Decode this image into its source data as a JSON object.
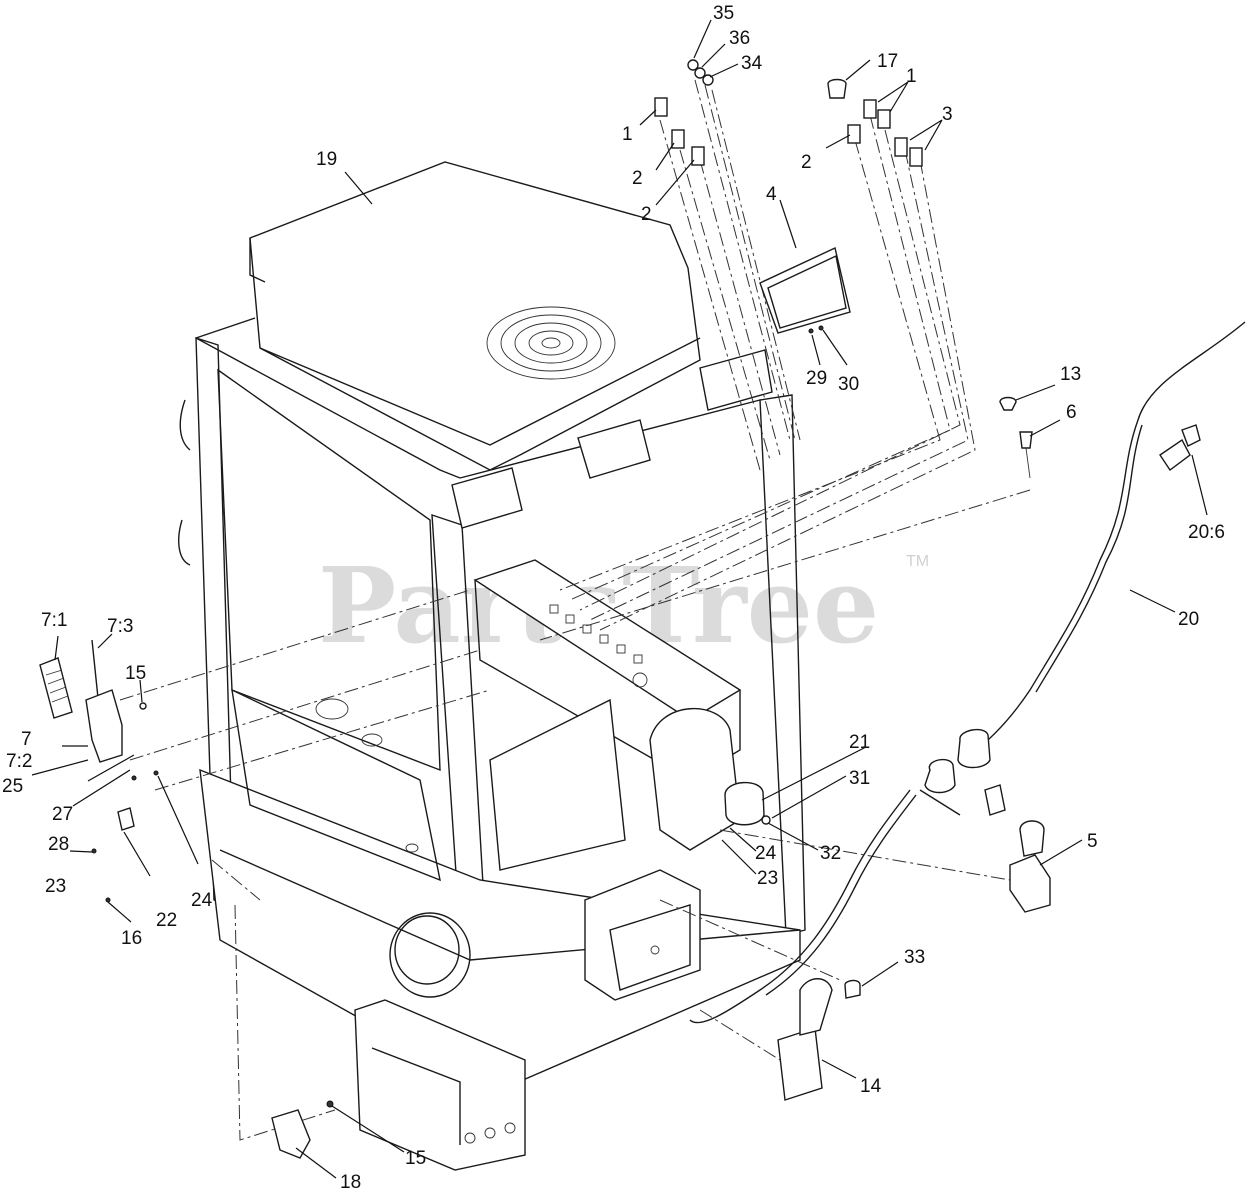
{
  "watermark": {
    "text": "PartsTree",
    "tm": "TM"
  },
  "callouts": [
    {
      "id": "c35",
      "label": "35"
    },
    {
      "id": "c36",
      "label": "36"
    },
    {
      "id": "c34",
      "label": "34"
    },
    {
      "id": "c17",
      "label": "17"
    },
    {
      "id": "c1a",
      "label": "1"
    },
    {
      "id": "c3",
      "label": "3"
    },
    {
      "id": "c1b",
      "label": "1"
    },
    {
      "id": "c2a",
      "label": "2"
    },
    {
      "id": "c2b",
      "label": "2"
    },
    {
      "id": "c2c",
      "label": "2"
    },
    {
      "id": "c19",
      "label": "19"
    },
    {
      "id": "c4",
      "label": "4"
    },
    {
      "id": "c29",
      "label": "29"
    },
    {
      "id": "c30",
      "label": "30"
    },
    {
      "id": "c13",
      "label": "13"
    },
    {
      "id": "c6",
      "label": "6"
    },
    {
      "id": "c20_6",
      "label": "20:6"
    },
    {
      "id": "c20",
      "label": "20"
    },
    {
      "id": "c7_1",
      "label": "7:1"
    },
    {
      "id": "c7_3",
      "label": "7:3"
    },
    {
      "id": "c15a",
      "label": "15"
    },
    {
      "id": "c7",
      "label": "7"
    },
    {
      "id": "c7_2",
      "label": "7:2"
    },
    {
      "id": "c25",
      "label": "25"
    },
    {
      "id": "c27",
      "label": "27"
    },
    {
      "id": "c28",
      "label": "28"
    },
    {
      "id": "c23a",
      "label": "23"
    },
    {
      "id": "c22",
      "label": "22"
    },
    {
      "id": "c24a",
      "label": "24"
    },
    {
      "id": "c16",
      "label": "16"
    },
    {
      "id": "c21",
      "label": "21"
    },
    {
      "id": "c31",
      "label": "31"
    },
    {
      "id": "c24b",
      "label": "24"
    },
    {
      "id": "c32",
      "label": "32"
    },
    {
      "id": "c23b",
      "label": "23"
    },
    {
      "id": "c5",
      "label": "5"
    },
    {
      "id": "c33",
      "label": "33"
    },
    {
      "id": "c14",
      "label": "14"
    },
    {
      "id": "c15b",
      "label": "15"
    },
    {
      "id": "c18",
      "label": "18"
    }
  ]
}
